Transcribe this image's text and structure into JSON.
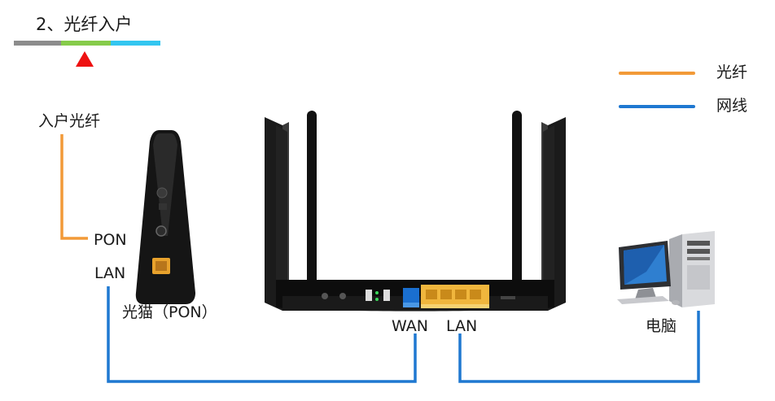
{
  "header": {
    "step_title": "2、光纤入户"
  },
  "legend": {
    "fiber_label": "光纤",
    "network_label": "网线",
    "fiber_color": "#f29a38",
    "network_color": "#1f78d1"
  },
  "labels": {
    "incoming_fiber": "入户光纤",
    "pon_port": "PON",
    "lan_port_ont": "LAN",
    "ont_name": "光猫（PON）",
    "wan_port": "WAN",
    "lan_port_router": "LAN",
    "computer": "电脑"
  },
  "step_indicator": {
    "segment_colors": [
      "#8c8c8c",
      "#86cc4a",
      "#33c6f0"
    ],
    "pointer_color": "#ee1111",
    "active_segment": 2
  },
  "icons": {
    "ont": "optical-modem-icon",
    "router": "wireless-router-icon",
    "pc": "desktop-computer-icon"
  }
}
